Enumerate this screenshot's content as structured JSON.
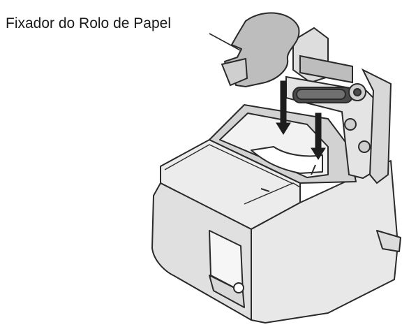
{
  "figure": {
    "callout_label": "Fixador do Rolo de Papel",
    "colors": {
      "line": "#2a2a2a",
      "body": "#e6e6e6",
      "body_shade": "#d2d2d2",
      "holder_fill": "#bdbdbd",
      "arrow": "#1e1e1e",
      "background": "#ffffff"
    },
    "parts": [
      {
        "name": "paper-roll-holder",
        "depiction": "removable curved holder piece lifted above printer"
      },
      {
        "name": "printer-body",
        "depiction": "open receipt printer housing"
      },
      {
        "name": "print-mechanism",
        "depiction": "roller and gears at rear"
      },
      {
        "name": "insert-arrows",
        "depiction": "two downward arrows showing insertion into slots"
      }
    ]
  }
}
